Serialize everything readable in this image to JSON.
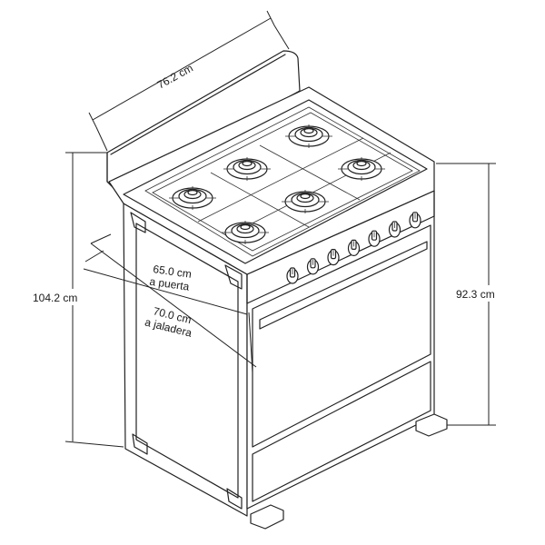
{
  "dimensions": {
    "width": "76.2 cm",
    "total_height": "104.2 cm",
    "cooktop_height": "92.3 cm",
    "depth_door_value": "65.0 cm",
    "depth_door_note": "a puerta",
    "depth_handle_value": "70.0 cm",
    "depth_handle_note": "a jaladera"
  },
  "colors": {
    "line": "#222222",
    "background": "#ffffff"
  },
  "knob_count": 7,
  "burner_count": 6
}
